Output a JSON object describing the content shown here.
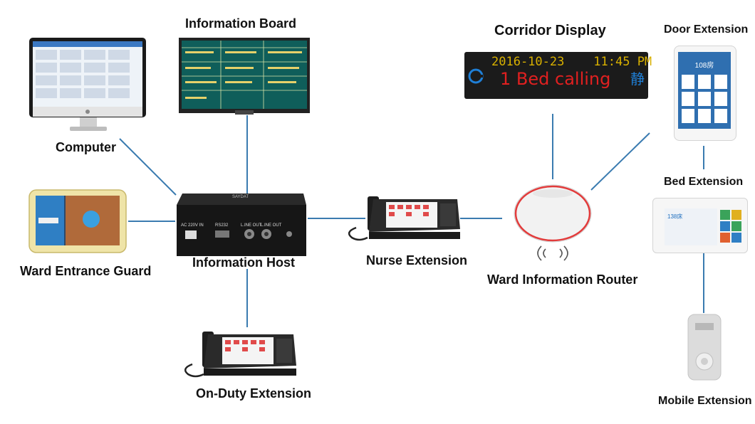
{
  "labels": {
    "computer": "Computer",
    "information_board": "Information Board",
    "corridor_display": "Corridor Display",
    "door_extension": "Door Extension",
    "bed_extension": "Bed Extension",
    "mobile_extension": "Mobile Extension",
    "ward_entrance_guard": "Ward Entrance Guard",
    "information_host": "Information Host",
    "nurse_extension": "Nurse Extension",
    "ward_information_router": "Ward Information Router",
    "on_duty_extension": "On-Duty Extension"
  },
  "corridor_display": {
    "datetime": "2016-10-23    11:45 PM",
    "message": "1 Bed calling",
    "quiet_glyph": "静"
  },
  "door_extension_screen": {
    "room": "108房"
  },
  "bed_extension_screen": {
    "room": "138床"
  },
  "host_panel": {
    "ac_label": "AC 220V IN",
    "rs232_label": "RS232",
    "line_out_1": "L.INE OUT",
    "line_out_2": "L.INE OUT",
    "brand": "SAYDAT"
  },
  "colors": {
    "connector": "#3a7bb0",
    "display_bg": "#1b1b1b",
    "display_date": "#d8b000",
    "display_message": "#e02020",
    "display_glyph": "#1f7fd6",
    "router_ring": "#e23b3b"
  }
}
